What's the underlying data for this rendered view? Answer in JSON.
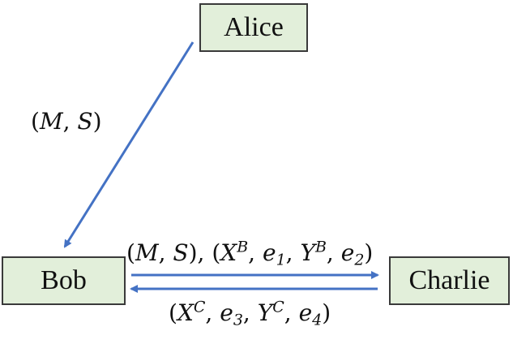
{
  "nodes": {
    "alice": "Alice",
    "bob": "Bob",
    "charlie": "Charlie"
  },
  "edges": {
    "alice_to_bob": {
      "open": "(",
      "m": "M",
      "sep": ", ",
      "s": "S",
      "close": ")"
    },
    "bob_to_charlie": {
      "p1_open": "(",
      "m": "M",
      "sep1": ", ",
      "s": "S",
      "p1_close": "), (",
      "x": "X",
      "x_sup": "B",
      "sep2": ", ",
      "e1": "e",
      "e1_sub": "1",
      "sep3": ", ",
      "y": "Y",
      "y_sup": "B",
      "sep4": ", ",
      "e2": "e",
      "e2_sub": "2",
      "p2_close": ")"
    },
    "charlie_to_bob": {
      "open": "(",
      "x": "X",
      "x_sup": "C",
      "sep1": ", ",
      "e3": "e",
      "e3_sub": "3",
      "sep2": ", ",
      "y": "Y",
      "y_sup": "C",
      "sep3": ", ",
      "e4": "e",
      "e4_sub": "4",
      "close": ")"
    }
  },
  "colors": {
    "node_fill": "#e2efda",
    "node_border": "#3a3a3a",
    "arrow": "#4472c4"
  }
}
